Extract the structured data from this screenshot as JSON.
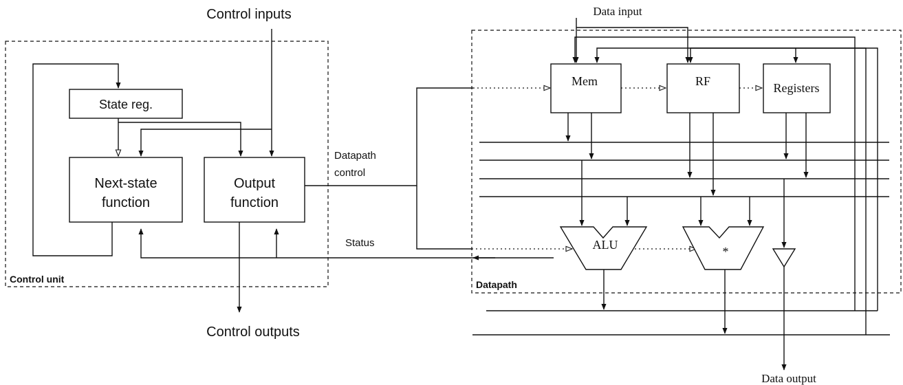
{
  "control_unit": {
    "label": "Control unit",
    "state_reg": "State reg.",
    "next_state": [
      "Next-state",
      "function"
    ],
    "output_fn": [
      "Output",
      "function"
    ]
  },
  "control_inputs": "Control inputs",
  "control_outputs": "Control outputs",
  "datapath_control": [
    "Datapath",
    "control"
  ],
  "status": "Status",
  "datapath": {
    "label": "Datapath",
    "data_input": "Data input",
    "data_output": "Data output",
    "mem": "Mem",
    "rf": "RF",
    "registers": "Registers",
    "alu": "ALU",
    "mult": "*"
  }
}
